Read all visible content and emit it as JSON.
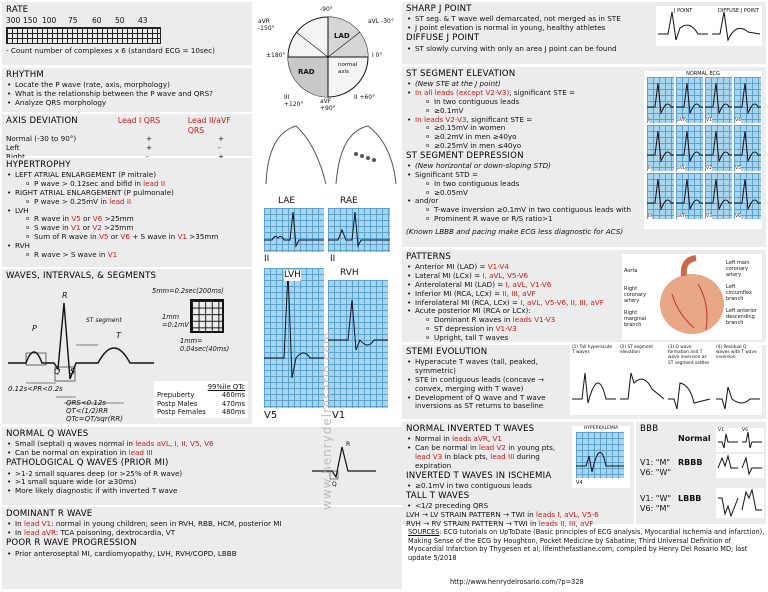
{
  "rate": {
    "title": "RATE",
    "numbers": [
      "300",
      "150",
      "100",
      "75",
      "60",
      "50",
      "43"
    ],
    "note": "- Count number of complexes x 6 (standard ECG = 10sec)"
  },
  "rhythm": {
    "title": "RHYTHM",
    "items": [
      "Locate the P wave (rate, axis, morphology)",
      "What is the relationship between the P wave and QRS?",
      "Analyze QRS morphology"
    ]
  },
  "axis": {
    "title": "AXIS DEVIATION",
    "col1": "Lead I QRS",
    "col2": "Lead II/aVF QRS",
    "rows": [
      [
        "Normal (-30 to 90°)",
        "+",
        "+"
      ],
      [
        "Left",
        "+",
        "-"
      ],
      [
        "Right",
        "-",
        "+"
      ]
    ],
    "wheel": {
      "top": "-90°",
      "lad": "LAD",
      "rad": "RAD",
      "normal": "normal axis",
      "avr": "aVR -150°",
      "avl": "aVL -30°",
      "right": "I 0°",
      "left": "±180°",
      "iii": "III +120°",
      "avf": "aVF +90°",
      "ii": "II +60°"
    }
  },
  "hypertrophy": {
    "title": "HYPERTROPHY",
    "lae": "LEFT ATRIAL ENLARGEMENT (P mitrale)",
    "lae1a": "P wave > 0.12sec and bifid in ",
    "lae1b": "lead II",
    "rae": "RIGHT ATRIAL ENLARGEMENT (P pulmonale)",
    "rae1a": "P wave > 0.25mV in ",
    "rae1b": "lead II",
    "lvh": "LVH",
    "lvh1a": "R wave in ",
    "lvh1b": "V5",
    "lvh1c": " or ",
    "lvh1d": "V6",
    "lvh1e": " >25mm",
    "lvh2a": "S wave in ",
    "lvh2b": "V1",
    "lvh2c": " or ",
    "lvh2d": "V2",
    "lvh2e": " >25mm",
    "lvh3a": "Sum of R wave in ",
    "lvh3b": "V5",
    "lvh3c": " or ",
    "lvh3d": "V6",
    "lvh3e": " + S wave in ",
    "lvh3f": "V1",
    "lvh3g": " >35mm",
    "rvh": "RVH",
    "rvh1a": "R wave > S wave in ",
    "rvh1b": "V1"
  },
  "waves": {
    "title": "WAVES, INTERVALS, & SEGMENTS",
    "p": "P",
    "r": "R",
    "q": "Q",
    "s": "S",
    "t": "T",
    "st": "ST segment",
    "pr": "0.12s<PR<0.2s",
    "qrs": "QRS<0.12s",
    "qt": "QT<(1/2)RR",
    "qtc": "QTc=QT/sqr(RR)",
    "box1": "5mm=0.2sec(200ms)",
    "box2": "1mm =0.1mV",
    "box3": "1mm= 0.04sec(40ms)",
    "table": {
      "header": "99%ile QTc",
      "rows": [
        [
          "Prepuberty",
          "460ms"
        ],
        [
          "Postp Males",
          "470ms"
        ],
        [
          "Postp Females",
          "480ms"
        ]
      ]
    }
  },
  "ecgLabels": {
    "lae": "LAE",
    "rae": "RAE",
    "ii1": "II",
    "ii2": "II",
    "lvh": "LVH",
    "rvh": "RVH",
    "v5": "V5",
    "v1": "V1"
  },
  "qwaves": {
    "title": "NORMAL Q WAVES",
    "i1a": "Small (septal) q waves normal in ",
    "i1b": "leads aVL, I, II, V5, V6",
    "i2a": "Can be normal on expiration in ",
    "i2b": "lead III",
    "path": "PATHOLOGICAL Q WAVES (PRIOR MI)",
    "p1": ">1-2 small squares deep (or >25% of R wave)",
    "p2": ">1 small square wide (or ≥30ms)",
    "p3": "More likely diagnostic if with inverted T wave",
    "r": "R",
    "q": "Q"
  },
  "dominant": {
    "title": "DOMINANT R WAVE",
    "i1a": "In ",
    "i1b": "lead V1",
    "i1c": ": normal in young children; seen in RVH, RBB, HCM, posterior MI",
    "i2a": "In ",
    "i2b": "lead aVR",
    "i2c": ": TCA poisoning, dextrocardia, VT",
    "poor": "POOR R WAVE PROGRESSION",
    "poor1": "Prior anteroseptal MI, cardiomyopathy, LVH, RVH/COPD, LBBB"
  },
  "jpoint": {
    "title1": "SHARP J POINT",
    "s1": "ST seg. & T wave well demarcated, not merged as in STE",
    "s2": "J point elevation is normal in young, healthy athletes",
    "title2": "DIFFUSE J POINT",
    "d1": "ST slowly curving with only an area J point can be found",
    "lbl1": "J POINT",
    "lbl2": "DIFFUSE J POINT"
  },
  "ste": {
    "title": "ST SEGMENT ELEVATION",
    "i1": "(New STE at the J point)",
    "i2a": "In all leads (except V2-V3)",
    "i2b": ", significant STE =",
    "i2s1": "In two contiguous leads",
    "i2s2": "≥0.1mV",
    "i3a": "In leads V2-V3",
    "i3b": ", significant STE =",
    "i3s1": "≥0.15mV in women",
    "i3s2": "≥0.2mV in men ≥40yo",
    "i3s3": "≥0.25mV in men ≤40yo",
    "dep": "ST SEGMENT DEPRESSION",
    "d1": "(New horizontal or down-sloping STD)",
    "d2": "Significant STD =",
    "d2s1": "In two contiguous leads",
    "d2s2": "≥0.05mV",
    "d3": "and/or",
    "d3s1": "T-wave inversion ≥0.1mV in two contiguous leads with",
    "d3s2": "Prominent R wave or R/S ratio>1",
    "note": "(Known LBBB and pacing make ECG less diagnostic for ACS)",
    "ecgTitle": "NORMAL ECG",
    "leads": [
      "I",
      "aVR",
      "V1",
      "V4",
      "II",
      "aVL",
      "V2",
      "V5",
      "III",
      "aVF",
      "V3",
      "V6"
    ]
  },
  "patterns": {
    "title": "PATTERNS",
    "p1a": "Anterior MI (LAD) = ",
    "p1b": "V1-V4",
    "p2a": "Lateral MI (LCx) = ",
    "p2b": "I, aVL, V5-V6",
    "p3a": "Anterolateral MI (LAD) = ",
    "p3b": "I, aVL, V1-V6",
    "p4a": "Inferior MI (RCA, LCx) = ",
    "p4b": "II, III, aVF",
    "p5a": "Inferolateral MI (RCA, LCx) = ",
    "p5b": "I, aVL, V5-V6, II, III, aVF",
    "p6": "Acute posterior MI (RCA or LCx):",
    "p6s1a": "Dominant R waves in ",
    "p6s1b": "leads V1-V3",
    "p6s2a": "ST depression in ",
    "p6s2b": "V1-V3",
    "p6s3": "Upright, tall T waves",
    "heart": [
      "Aorta",
      "Right coronary artery",
      "Right marginal branch",
      "Left main coronary artery",
      "Left circumflex branch",
      "Left anterior descending branch"
    ]
  },
  "stemi": {
    "title": "STEMI EVOLUTION",
    "s1": "Hyperacute T waves (tall, peaked, symmetric)",
    "s2": "STE in contiguous leads (concave → convex, merging with T wave)",
    "s3": "Development of Q wave and T wave inversions as ST returns to baseline",
    "cap": [
      "(1) Tall hyperacute T waves",
      "(2) ST segment elevation",
      "(3) Q wave formation and T wave inversion as ST segment settles",
      "(4) Residual Q waves with T wave inversion"
    ]
  },
  "inverted": {
    "title": "NORMAL INVERTED T WAVES",
    "i1a": "Normal in ",
    "i1b": "leads aVR",
    "i1c": ", ",
    "i1d": "V1",
    "i2a": "Can be normal in ",
    "i2b": "lead V2",
    "i2c": " in young pts, ",
    "i2d": "lead V3",
    "i2e": " in black pts, ",
    "i2f": "lead III",
    "i2g": " during expiration",
    "isch": "INVERTED T WAVES IN ISCHEMIA",
    "isch1": "≥0.1mV in two contiguous leads",
    "tall": "TALL T WAVES",
    "tall1": "<1/2 preceding QRS",
    "lvh1": "LVH → LV STRAIN PATTERN → TWI in ",
    "lvh2": "leads I, aVL, V5-6",
    "rvh1": "RVH → RV STRAIN PATTERN → TWI in ",
    "rvh2": "leads II, III, aVF",
    "hyper": "HYPERKALEMIA",
    "v4": "V4"
  },
  "bbb": {
    "title": "BBB",
    "normal": "Normal",
    "rbbb": "RBBB",
    "lbbb": "LBBB",
    "r1": "V1: \"M\"",
    "r2": "V6: \"W\"",
    "l1": "V1: \"W\"",
    "l2": "V6: \"M\"",
    "v1": "V1",
    "v6": "V6"
  },
  "sources": {
    "label": "SOURCES",
    "text": ": ECG tutorials on UpToDate (Basic principles of ECG analysis, Myocardial ischemia and infarction), Making Sense of the ECG by Houghton, Pocket Medicine by Sabatine; Third Universal Definition of Myocardial Infarction by Thygesen et al; lifeinthefastlane.com; compiled by Henry Del Rosario MD; last update 5/2018",
    "url": "http://www.henrydelrosario.com/?p=328"
  },
  "watermark": "www.henrydelrosario.com",
  "colors": {
    "red": "#d01818",
    "panel": "#ececec",
    "grid": "#5aa2d0",
    "gridBg": "#a9d4ee"
  }
}
